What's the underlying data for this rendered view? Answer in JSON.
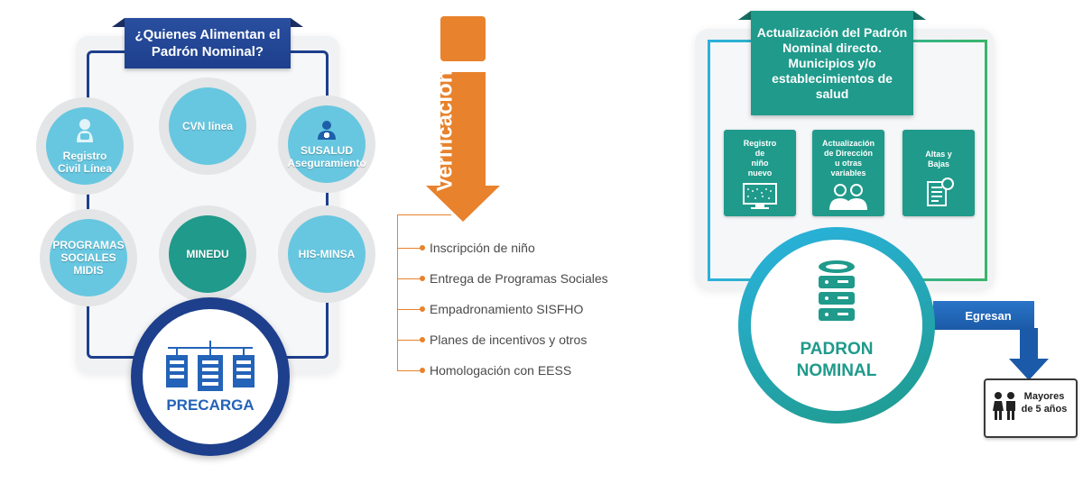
{
  "left": {
    "banner_line1": "¿Quienes Alimentan el",
    "banner_line2": "Padrón Nominal?",
    "circles": [
      {
        "line1": "Registro",
        "line2": "Civil Línea",
        "icon": "baby-icon"
      },
      {
        "line1": "CVN línea",
        "line2": ""
      },
      {
        "line1": "SUSALUD",
        "line2": "Aseguramiento",
        "icon": "health-user-icon"
      },
      {
        "line1": "PROGRAMAS",
        "line2": "SOCIALES",
        "line3": "MIDIS"
      },
      {
        "line1": "MINEDU",
        "line2": ""
      },
      {
        "line1": "HIS-MINSA",
        "line2": ""
      }
    ],
    "precarga": "PRECARGA",
    "icon": "server-network-icon"
  },
  "middle": {
    "arrow_label": "Verificación",
    "items": [
      "Inscripción de niño",
      "Entrega de Programas Sociales",
      "Empadronamiento SISFHO",
      "Planes de incentivos y otros",
      "Homologación con EESS"
    ]
  },
  "right": {
    "banner_lines": [
      "Actualización del Padrón",
      "Nominal directo.",
      "Municipios y/o",
      "establecimientos de",
      "salud"
    ],
    "boxes": [
      {
        "lines": [
          "Registro",
          "de",
          "niño",
          "nuevo"
        ],
        "icon": "monitor-icon"
      },
      {
        "lines": [
          "Actualización",
          "de Dirección",
          "u otras",
          "variables"
        ],
        "icon": "users-icon"
      },
      {
        "lines": [
          "Altas y",
          "Bajas"
        ],
        "icon": "document-search-icon"
      }
    ],
    "padron_line1": "PADRON",
    "padron_line2": "NOMINAL",
    "egresan": "Egresan",
    "mayores_line1": "Mayores",
    "mayores_line2": "de 5 años"
  },
  "colors": {
    "navy": "#1d3f8c",
    "light_blue": "#67c7e0",
    "teal": "#1f9a8b",
    "orange": "#e8822c",
    "blue_bar": "#1b5aa8"
  }
}
